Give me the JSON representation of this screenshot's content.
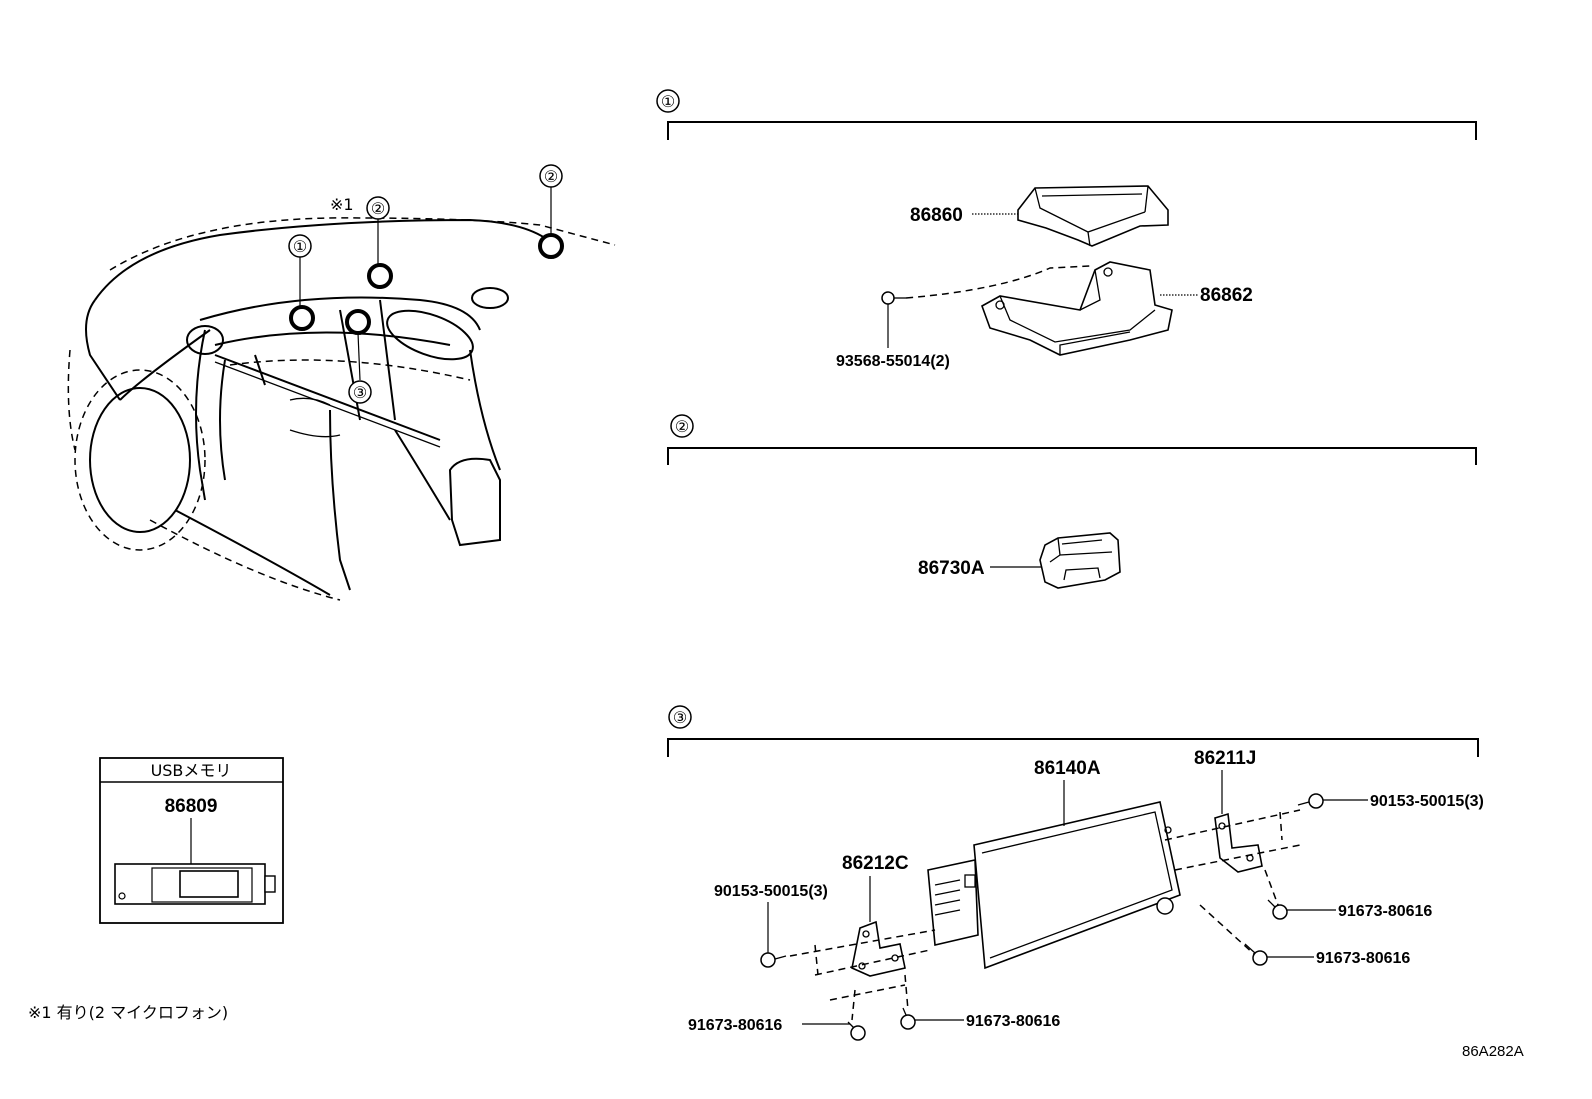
{
  "overview": {
    "note_marker": "※1",
    "markers": [
      {
        "num": "①"
      },
      {
        "num": "②"
      },
      {
        "num": "②"
      },
      {
        "num": "③"
      }
    ]
  },
  "usb_box": {
    "title": "USBメモリ",
    "part": "86809"
  },
  "footnote": "※1 有り(2 マイクロフォン)",
  "sections": [
    {
      "num": "①",
      "parts": [
        {
          "code": "86860"
        },
        {
          "code": "86862"
        },
        {
          "code": "93568-55014(2)"
        }
      ]
    },
    {
      "num": "②",
      "parts": [
        {
          "code": "86730A"
        }
      ]
    },
    {
      "num": "③",
      "parts": [
        {
          "code": "86140A"
        },
        {
          "code": "86211J"
        },
        {
          "code": "90153-50015(3)"
        },
        {
          "code": "86212C"
        },
        {
          "code": "90153-50015(3)"
        },
        {
          "code": "91673-80616"
        },
        {
          "code": "91673-80616"
        },
        {
          "code": "91673-80616"
        },
        {
          "code": "91673-80616"
        }
      ]
    }
  ],
  "diagram_code": "86A282A"
}
